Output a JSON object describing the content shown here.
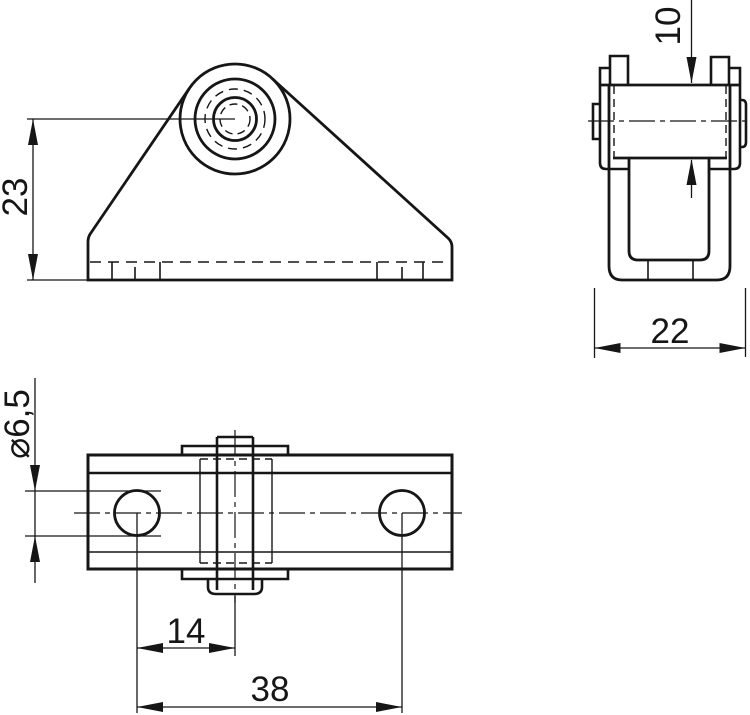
{
  "drawing": {
    "title": "clamp-bracket-technical-drawing",
    "line_color": "#161616",
    "background": "#ffffff",
    "front_view": {
      "height_dim": "23"
    },
    "side_view": {
      "pin_height_dim": "10",
      "width_dim": "22"
    },
    "top_view": {
      "hole_diameter_dim": "⌀6,5",
      "hole_to_center_dim": "14",
      "hole_spacing_dim": "38"
    }
  }
}
